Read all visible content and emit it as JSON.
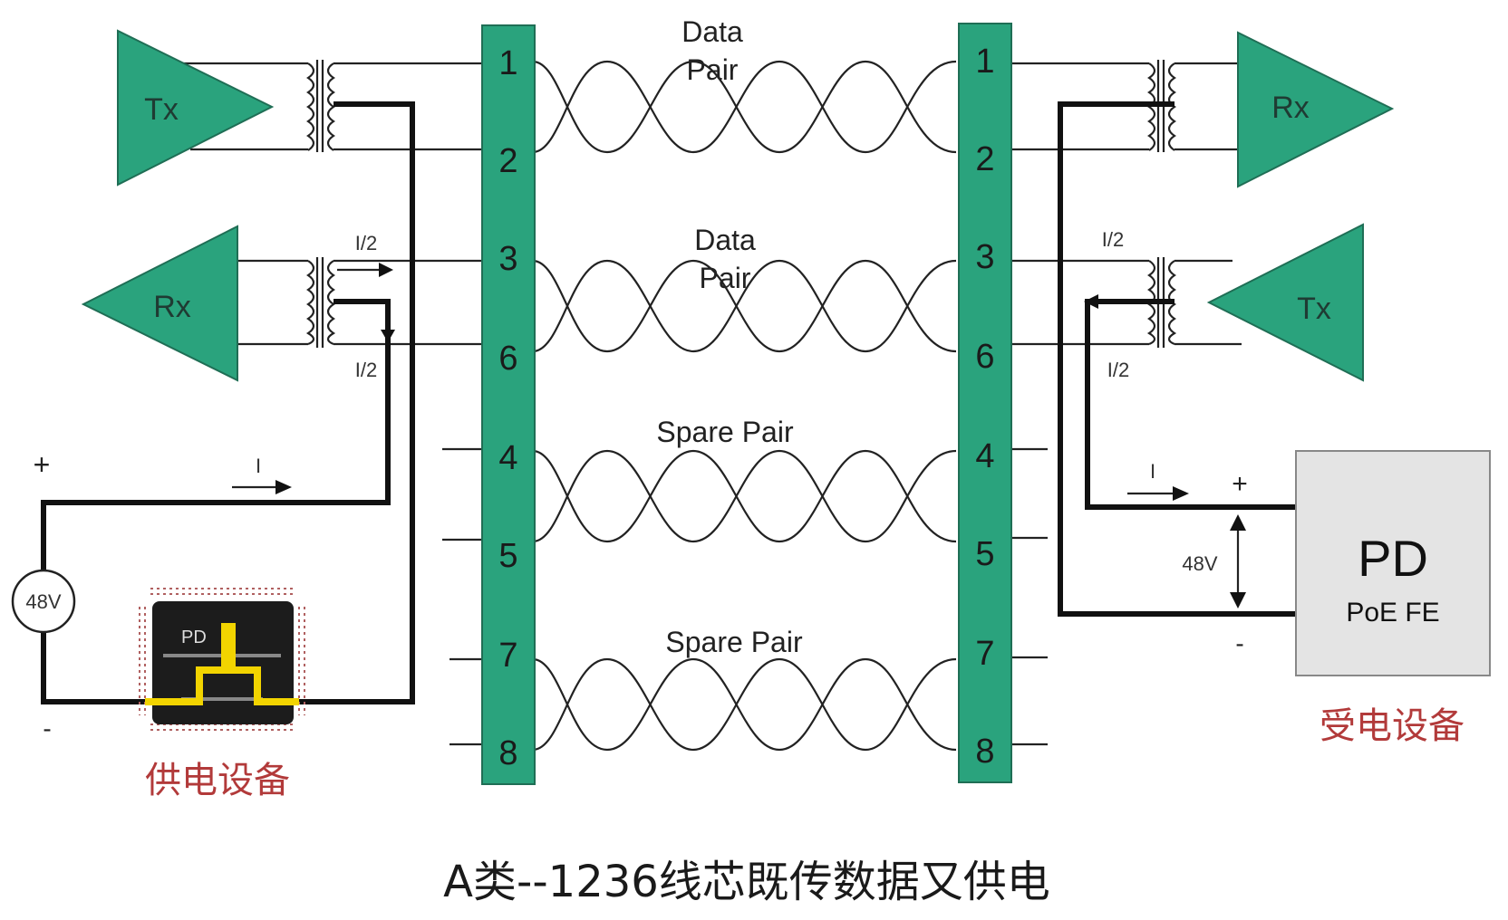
{
  "pair_labels": {
    "data1_line1": "Data",
    "data1_line2": "Pair",
    "data2_line1": "Data",
    "data2_line2": "Pair",
    "spare1": "Spare Pair",
    "spare2": "Spare Pair"
  },
  "pins_left": [
    "1",
    "2",
    "3",
    "6",
    "4",
    "5",
    "7",
    "8"
  ],
  "pins_right": [
    "1",
    "2",
    "3",
    "6",
    "4",
    "5",
    "7",
    "8"
  ],
  "left": {
    "tx": "Tx",
    "rx": "Rx",
    "half_top": "I/2",
    "half_bottom": "I/2",
    "plus": "+",
    "minus": "-",
    "current": "I",
    "voltage": "48V",
    "chip_text": "PD",
    "caption": "供电设备"
  },
  "right": {
    "rx": "Rx",
    "tx": "Tx",
    "half_top": "I/2",
    "half_bottom": "I/2",
    "plus": "+",
    "minus": "-",
    "current": "I",
    "voltage": "48V",
    "pd_title": "PD",
    "pd_sub": "PoE FE",
    "caption": "受电设备"
  },
  "footer": {
    "caption": "A类--1236线芯既传数据又供电"
  },
  "colors": {
    "bar": "#2aa37d",
    "amp": "#2aa37d",
    "red_text": "#b23a3a",
    "pd_box": "#e4e4e4"
  }
}
